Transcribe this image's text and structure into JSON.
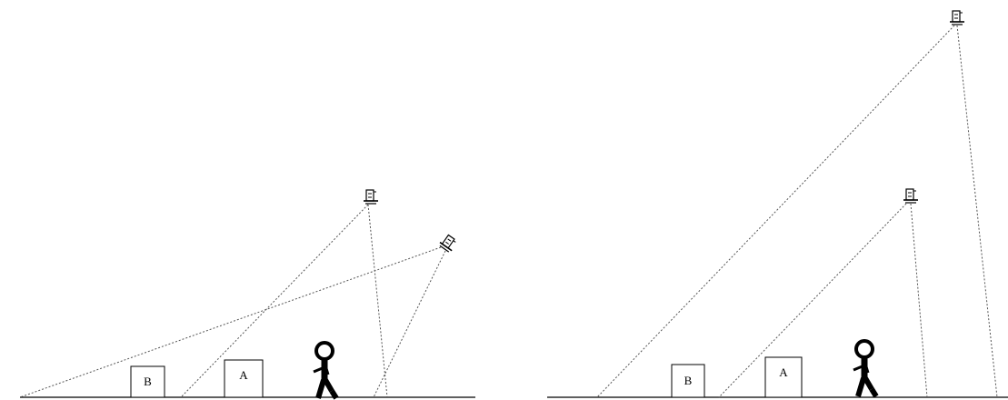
{
  "scenes": [
    {
      "boxes": [
        {
          "label": "B"
        },
        {
          "label": "A"
        }
      ]
    },
    {
      "boxes": [
        {
          "label": "B"
        },
        {
          "label": "A"
        }
      ]
    }
  ]
}
